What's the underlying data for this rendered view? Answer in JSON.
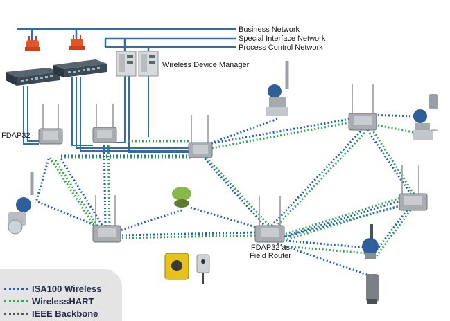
{
  "networks": {
    "business": "Business Network",
    "special_interface": "Special Interface Network",
    "process_control": "Process Control Network"
  },
  "labels": {
    "wireless_device_manager": "Wireless Device Manager",
    "fdap32": "FDAP32",
    "field_router_line1": "FDAP32 as",
    "field_router_line2": "Field Router",
    "tiny_label": "CPSL"
  },
  "legend": {
    "items": [
      {
        "label": "ISA100 Wireless",
        "color": "#1f5fbf"
      },
      {
        "label": "WirelessHART",
        "color": "#2ea84a"
      },
      {
        "label": "IEEE Backbone",
        "color": "#555555"
      }
    ]
  },
  "colors": {
    "network_line": "#2a6fb5",
    "isa100": "#1f5fbf",
    "wirelesshart": "#2ea84a",
    "device_body": "#8e9296",
    "switch_body": "#3c4a55",
    "firewall": "#e2542a"
  }
}
